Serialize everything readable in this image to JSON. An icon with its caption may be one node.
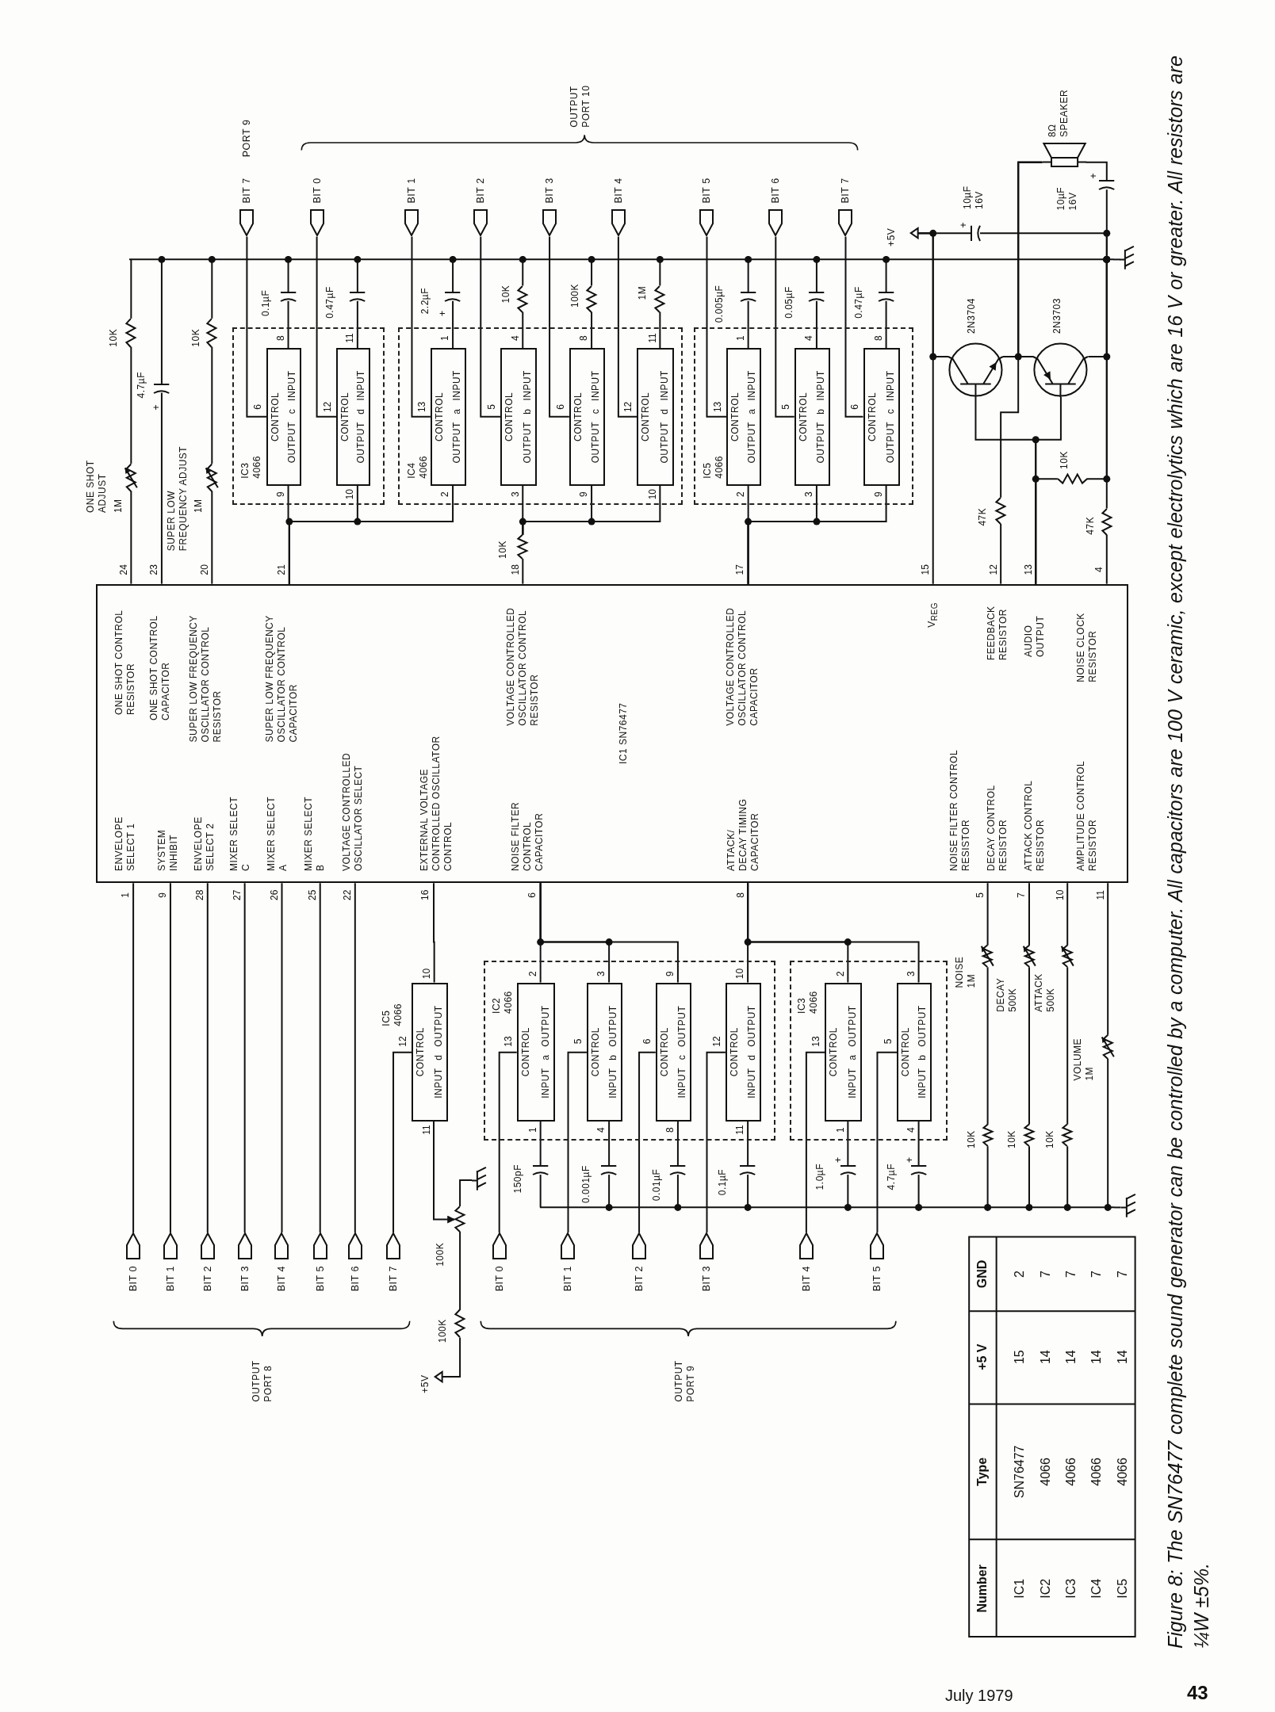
{
  "diagram": {
    "caption": "Figure 8: The SN76477 complete sound generator can be controlled by a computer. All capacitors are 100 V ceramic, except electrolytics which are 16 V or greater. All resistors are ¼W ±5%.",
    "nodes": [
      {
        "text": [
          "ENVELOPE SELECT 1",
          "SYSTEM INHIBIT",
          "ENVELOPE SELECT 2",
          "MIXER SELECT C",
          "MIXER SELECT A",
          "MIXER SELECT B",
          "VOLTAGE CONTROLLED OSCILLATOR SELECT",
          "EXTERNAL VOLTAGE CONTROLLED OSCILLATOR CONTROL",
          "NOISE FILTER CONTROL CAPACITOR",
          "ATTACK/ DECAY TIMING CAPACITOR",
          "NOISE FILTER CONTROL RESISTOR",
          "DECAY CONTROL RESISTOR",
          "ATTACK CONTROL RESISTOR",
          "AMPLITUDE CONTROL RESISTOR",
          "ONE SHOT CONTROL RESISTOR",
          "ONE SHOT CONTROL CAPACITOR",
          "SUPER LOW FREQUENCY OSCILLATOR CONTROL RESISTOR",
          "SUPER LOW FREQUENCY OSCILLATOR CONTROL CAPACITOR",
          "VOLTAGE CONTROLLED OSCILLATOR CONTROL RESISTOR",
          "IC1 SN76477",
          "VOLTAGE CONTROLLED OSCILLATOR CONTROL CAPACITOR",
          "V$_{REG}$",
          "FEEDBACK RESISTOR",
          "AUDIO OUTPUT",
          "NOISE CLOCK RESISTOR"
        ],
        "beside": [
          "1",
          "9",
          "28",
          "27",
          "26",
          "25",
          "22",
          "16",
          "6",
          "8",
          "5",
          "7",
          "10",
          "11",
          "24",
          "23",
          "20",
          "21",
          "18",
          "17",
          "15",
          "12",
          "13",
          "4"
        ]
      },
      {
        "text": [
          "CONTROL",
          "INPUT d OUTPUT"
        ],
        "beside": [
          "IC5 4066",
          "12",
          "11",
          "10"
        ]
      },
      {
        "text": [
          "IC2 4066"
        ]
      },
      {
        "text": [
          "CONTROL",
          "INPUT a OUTPUT"
        ],
        "in": 2,
        "beside": [
          "13",
          "1",
          "2"
        ]
      },
      {
        "text": [
          "CONTROL",
          "INPUT b OUTPUT"
        ],
        "in": 2,
        "beside": [
          "5",
          "4",
          "3"
        ]
      },
      {
        "text": [
          "CONTROL",
          "INPUT c OUTPUT"
        ],
        "in": 2,
        "beside": [
          "6",
          "8",
          "9"
        ]
      },
      {
        "text": [
          "CONTROL",
          "INPUT d OUTPUT"
        ],
        "in": 2,
        "beside": [
          "12",
          "11",
          "10"
        ]
      },
      {
        "text": [
          "IC3 4066"
        ]
      },
      {
        "text": [
          "CONTROL",
          "INPUT a OUTPUT"
        ],
        "in": 7,
        "beside": [
          "13",
          "1",
          "2"
        ]
      },
      {
        "text": [
          "CONTROL",
          "INPUT b OUTPUT"
        ],
        "in": 7,
        "beside": [
          "5",
          "4",
          "3"
        ]
      },
      {
        "text": [
          "IC3 4066"
        ]
      },
      {
        "text": [
          "CONTROL",
          "OUTPUT c INPUT"
        ],
        "in": 10,
        "beside": [
          "6",
          "8",
          "9"
        ]
      },
      {
        "text": [
          "CONTROL",
          "OUTPUT d INPUT"
        ],
        "in": 10,
        "beside": [
          "12",
          "11",
          "10"
        ]
      },
      {
        "text": [
          "IC4 4066"
        ]
      },
      {
        "text": [
          "CONTROL",
          "OUTPUT a INPUT"
        ],
        "in": 13,
        "beside": [
          "13",
          "1",
          "2"
        ]
      },
      {
        "text": [
          "CONTROL",
          "OUTPUT b INPUT"
        ],
        "in": 13,
        "beside": [
          "5",
          "4",
          "3"
        ]
      },
      {
        "text": [
          "CONTROL",
          "OUTPUT c INPUT"
        ],
        "in": 13,
        "beside": [
          "6",
          "8",
          "9"
        ]
      },
      {
        "text": [
          "CONTROL",
          "OUTPUT d INPUT"
        ],
        "in": 13,
        "beside": [
          "12",
          "11",
          "10"
        ]
      },
      {
        "text": [
          "IC5 4066"
        ]
      },
      {
        "text": [
          "CONTROL",
          "OUTPUT a INPUT"
        ],
        "in": 18,
        "beside": [
          "13",
          "1",
          "2"
        ]
      },
      {
        "text": [
          "CONTROL",
          "OUTPUT b INPUT"
        ],
        "in": 18,
        "beside": [
          "5",
          "4",
          "3"
        ]
      },
      {
        "text": [
          "CONTROL",
          "OUTPUT c INPUT"
        ],
        "in": 18,
        "beside": [
          "6",
          "8",
          "9"
        ]
      },
      {
        "text": [
          "BIT 0"
        ]
      },
      {
        "text": [
          "BIT 1"
        ]
      },
      {
        "text": [
          "BIT 2"
        ]
      },
      {
        "text": [
          "BIT 3"
        ]
      },
      {
        "text": [
          "BIT 4"
        ]
      },
      {
        "text": [
          "BIT 5"
        ]
      },
      {
        "text": [
          "BIT 6"
        ]
      },
      {
        "text": [
          "BIT 7"
        ]
      },
      {
        "text": [
          "BIT 0"
        ]
      },
      {
        "text": [
          "BIT 1"
        ]
      },
      {
        "text": [
          "BIT 2"
        ]
      },
      {
        "text": [
          "BIT 3"
        ]
      },
      {
        "text": [
          "BIT 4"
        ]
      },
      {
        "text": [
          "BIT 5"
        ]
      },
      {
        "text": [
          "BIT 7",
          "PORT 9"
        ]
      },
      {
        "text": [
          "BIT 0"
        ]
      },
      {
        "text": [
          "BIT 1"
        ]
      },
      {
        "text": [
          "BIT 2"
        ]
      },
      {
        "text": [
          "BIT 3"
        ]
      },
      {
        "text": [
          "BIT 4"
        ]
      },
      {
        "text": [
          "BIT 5"
        ]
      },
      {
        "text": [
          "BIT 6"
        ]
      },
      {
        "text": [
          "BIT 7"
        ]
      },
      {
        "text": [],
        "shape": "resistor"
      },
      {
        "text": [],
        "shape": "bar"
      },
      {
        "text": [],
        "shape": "ground"
      },
      {
        "text": [],
        "shape": "rheostat"
      },
      {
        "text": [],
        "shape": "resistor"
      },
      {
        "text": [],
        "shape": "capacitor"
      },
      {
        "text": [],
        "shape": "rheostat"
      },
      {
        "text": [],
        "shape": "resistor"
      },
      {
        "text": [],
        "shape": "capacitor"
      },
      {
        "text": [],
        "shape": "capacitor"
      },
      {
        "text": [],
        "shape": "capacitor"
      },
      {
        "text": [],
        "shape": "resistor"
      },
      {
        "text": [],
        "shape": "resistor"
      },
      {
        "text": [],
        "shape": "resistor"
      },
      {
        "text": [],
        "shape": "capacitor"
      },
      {
        "text": [],
        "shape": "capacitor"
      },
      {
        "text": [],
        "shape": "capacitor"
      },
      {
        "text": [],
        "shape": "terminal"
      },
      {
        "text": [],
        "shape": "capacitor"
      },
      {
        "text": [],
        "shape": "transistor"
      },
      {
        "text": [],
        "shape": "transistor"
      },
      {
        "text": [],
        "shape": "speaker"
      },
      {
        "text": [],
        "shape": "capacitor"
      },
      {
        "text": [],
        "shape": "resistor"
      },
      {
        "text": [],
        "shape": "resistor"
      },
      {
        "text": [],
        "shape": "resistor"
      },
      {
        "text": [],
        "shape": "bar"
      },
      {
        "text": [],
        "shape": "ground"
      },
      {
        "text": [],
        "shape": "capacitor"
      },
      {
        "text": [],
        "shape": "capacitor"
      },
      {
        "text": [],
        "shape": "capacitor"
      },
      {
        "text": [],
        "shape": "capacitor"
      },
      {
        "text": [],
        "shape": "capacitor"
      },
      {
        "text": [],
        "shape": "capacitor"
      },
      {
        "text": [],
        "shape": "rheostat"
      },
      {
        "text": [],
        "shape": "resistor"
      },
      {
        "text": [],
        "shape": "rheostat"
      },
      {
        "text": [],
        "shape": "resistor"
      },
      {
        "text": [],
        "shape": "rheostat"
      },
      {
        "text": [],
        "shape": "resistor"
      },
      {
        "text": [],
        "shape": "rheostat"
      },
      {
        "text": [],
        "shape": "potentiometer"
      },
      {
        "text": [],
        "shape": "ground"
      },
      {
        "text": [],
        "shape": "resistor"
      },
      {
        "text": [],
        "shape": "terminal"
      }
    ],
    "edges": [
      {
        "from": 22,
        "to": 0,
        "arrow": "none"
      },
      {
        "from": 23,
        "to": 0,
        "arrow": "none"
      },
      {
        "from": 24,
        "to": 0,
        "arrow": "none"
      },
      {
        "from": 25,
        "to": 0,
        "arrow": "none"
      },
      {
        "from": 26,
        "to": 0,
        "arrow": "none"
      },
      {
        "from": 27,
        "to": 0,
        "arrow": "none"
      },
      {
        "from": 28,
        "to": 0,
        "arrow": "none"
      },
      {
        "from": 29,
        "to": 1,
        "arrow": "none"
      },
      {
        "from": 1,
        "to": 0,
        "arrow": "none"
      },
      {
        "from": 30,
        "to": 3,
        "arrow": "none"
      },
      {
        "from": 31,
        "to": 4,
        "arrow": "none"
      },
      {
        "from": 32,
        "to": 5,
        "arrow": "none"
      },
      {
        "from": 33,
        "to": 6,
        "arrow": "none"
      },
      {
        "from": 34,
        "to": 8,
        "arrow": "none"
      },
      {
        "from": 35,
        "to": 9,
        "arrow": "none"
      },
      {
        "from": 3,
        "to": 0,
        "arrow": "none"
      },
      {
        "from": 4,
        "to": 0,
        "arrow": "none"
      },
      {
        "from": 5,
        "to": 0,
        "arrow": "none"
      },
      {
        "from": 6,
        "to": 0,
        "arrow": "none"
      },
      {
        "from": 8,
        "to": 0,
        "arrow": "none"
      },
      {
        "from": 9,
        "to": 0,
        "arrow": "none"
      },
      {
        "from": 36,
        "to": 11,
        "arrow": "none"
      },
      {
        "from": 37,
        "to": 12,
        "arrow": "none"
      },
      {
        "from": 38,
        "to": 14,
        "arrow": "none"
      },
      {
        "from": 39,
        "to": 15,
        "arrow": "none"
      },
      {
        "from": 40,
        "to": 16,
        "arrow": "none"
      },
      {
        "from": 41,
        "to": 17,
        "arrow": "none"
      },
      {
        "from": 42,
        "to": 19,
        "arrow": "none"
      },
      {
        "from": 43,
        "to": 20,
        "arrow": "none"
      },
      {
        "from": 44,
        "to": 21,
        "arrow": "none"
      },
      {
        "from": 11,
        "to": 0,
        "arrow": "none"
      },
      {
        "from": 12,
        "to": 0,
        "arrow": "none"
      },
      {
        "from": 14,
        "to": 0,
        "arrow": "none"
      },
      {
        "from": 15,
        "to": 45,
        "arrow": "none"
      },
      {
        "from": 16,
        "to": 45,
        "arrow": "none"
      },
      {
        "from": 17,
        "to": 45,
        "arrow": "none"
      },
      {
        "from": 19,
        "to": 0,
        "arrow": "none"
      },
      {
        "from": 20,
        "to": 0,
        "arrow": "none"
      },
      {
        "from": 21,
        "to": 0,
        "arrow": "none"
      },
      {
        "from": 45,
        "to": 0,
        "arrow": "none"
      },
      {
        "from": 46,
        "to": 47,
        "arrow": "none"
      },
      {
        "from": 0,
        "to": 48,
        "arrow": "none"
      },
      {
        "from": 48,
        "to": 49,
        "arrow": "none"
      },
      {
        "from": 49,
        "to": 46,
        "arrow": "none"
      },
      {
        "from": 0,
        "to": 50,
        "arrow": "none"
      },
      {
        "from": 50,
        "to": 46,
        "arrow": "other"
      },
      {
        "from": 0,
        "to": 51,
        "arrow": "none"
      },
      {
        "from": 51,
        "to": 52,
        "arrow": "none"
      },
      {
        "from": 52,
        "to": 46,
        "arrow": "other"
      },
      {
        "from": 11,
        "to": 53,
        "arrow": "none"
      },
      {
        "from": 12,
        "to": 54,
        "arrow": "none"
      },
      {
        "from": 14,
        "to": 55,
        "arrow": "none"
      },
      {
        "from": 15,
        "to": 56,
        "arrow": "none"
      },
      {
        "from": 16,
        "to": 57,
        "arrow": "none"
      },
      {
        "from": 17,
        "to": 58,
        "arrow": "none"
      },
      {
        "from": 19,
        "to": 59,
        "arrow": "none"
      },
      {
        "from": 20,
        "to": 60,
        "arrow": "none"
      },
      {
        "from": 21,
        "to": 61,
        "arrow": "none"
      },
      {
        "from": 53,
        "to": 46,
        "arrow": "other"
      },
      {
        "from": 54,
        "to": 46,
        "arrow": "other"
      },
      {
        "from": 55,
        "to": 46,
        "arrow": "other"
      },
      {
        "from": 56,
        "to": 46,
        "arrow": "other"
      },
      {
        "from": 57,
        "to": 46,
        "arrow": "other"
      },
      {
        "from": 58,
        "to": 46,
        "arrow": "other"
      },
      {
        "from": 59,
        "to": 46,
        "arrow": "other"
      },
      {
        "from": 60,
        "to": 46,
        "arrow": "other"
      },
      {
        "from": 61,
        "to": 46,
        "arrow": "other"
      },
      {
        "from": 62,
        "to": 0,
        "arrow": "none"
      },
      {
        "from": 62,
        "to": 63,
        "arrow": "none"
      },
      {
        "from": 62,
        "to": 64,
        "arrow": "none"
      },
      {
        "from": 63,
        "to": 46,
        "arrow": "other"
      },
      {
        "from": 67,
        "to": 46,
        "arrow": "other"
      },
      {
        "from": 65,
        "to": 46,
        "arrow": "other"
      },
      {
        "from": 69,
        "to": 46,
        "arrow": "other"
      },
      {
        "from": 70,
        "to": 46,
        "arrow": "other"
      },
      {
        "from": 66,
        "to": 64,
        "arrow": "none"
      },
      {
        "from": 66,
        "to": 65,
        "arrow": "none"
      },
      {
        "from": 66,
        "to": 68,
        "arrow": "none"
      },
      {
        "from": 66,
        "to": 67,
        "arrow": "none"
      },
      {
        "from": 68,
        "to": 0,
        "arrow": "none"
      },
      {
        "from": 0,
        "to": 64,
        "arrow": "none"
      },
      {
        "from": 0,
        "to": 65,
        "arrow": "none"
      },
      {
        "from": 0,
        "to": 69,
        "arrow": "none"
      },
      {
        "from": 70,
        "to": 0,
        "arrow": "none"
      },
      {
        "from": 71,
        "to": 72,
        "arrow": "none"
      },
      {
        "from": 3,
        "to": 73,
        "arrow": "none"
      },
      {
        "from": 4,
        "to": 74,
        "arrow": "none"
      },
      {
        "from": 5,
        "to": 75,
        "arrow": "none"
      },
      {
        "from": 6,
        "to": 76,
        "arrow": "none"
      },
      {
        "from": 8,
        "to": 77,
        "arrow": "none"
      },
      {
        "from": 9,
        "to": 78,
        "arrow": "none"
      },
      {
        "from": 73,
        "to": 71,
        "arrow": "none"
      },
      {
        "from": 74,
        "to": 71,
        "arrow": "other"
      },
      {
        "from": 75,
        "to": 71,
        "arrow": "other"
      },
      {
        "from": 76,
        "to": 71,
        "arrow": "other"
      },
      {
        "from": 77,
        "to": 71,
        "arrow": "other"
      },
      {
        "from": 78,
        "to": 71,
        "arrow": "other"
      },
      {
        "from": 0,
        "to": 79,
        "arrow": "none"
      },
      {
        "from": 79,
        "to": 80,
        "arrow": "none"
      },
      {
        "from": 80,
        "to": 71,
        "arrow": "other"
      },
      {
        "from": 0,
        "to": 81,
        "arrow": "none"
      },
      {
        "from": 81,
        "to": 82,
        "arrow": "none"
      },
      {
        "from": 82,
        "to": 71,
        "arrow": "other"
      },
      {
        "from": 0,
        "to": 83,
        "arrow": "none"
      },
      {
        "from": 83,
        "to": 84,
        "arrow": "none"
      },
      {
        "from": 84,
        "to": 71,
        "arrow": "other"
      },
      {
        "from": 0,
        "to": 85,
        "arrow": "none"
      },
      {
        "from": 85,
        "to": 71,
        "arrow": "other"
      },
      {
        "from": 1,
        "to": 86,
        "arrow": "to"
      },
      {
        "from": 86,
        "to": 87,
        "arrow": "none"
      },
      {
        "from": 86,
        "to": 88,
        "arrow": "none"
      },
      {
        "from": 88,
        "to": 89,
        "arrow": "none"
      }
    ],
    "labels": [
      "ONE SHOT ADJUST",
      "1M",
      "10K",
      "4.7µF",
      "+",
      "SUPER LOW FREQUENCY ADJUST",
      "1M",
      "10K",
      "0.1µF",
      "0.47µF",
      "2.2µF",
      "+",
      "10K",
      "100K",
      "1M",
      "0.005µF",
      "0.05µF",
      "0.47µF",
      "10K",
      "+5V",
      "+",
      "10µF 16V",
      "2N3704",
      "2N3703",
      "8Ω SPEAKER",
      "10µF 16V",
      "+",
      "10K",
      "47K",
      "47K",
      "OUTPUT PORT 10",
      "NOISE 1M",
      "DECAY 500K",
      "ATTACK 500K",
      "VOLUME 1M",
      "10K",
      "10K",
      "10K",
      "150pF",
      "0.001µF",
      "0.01µF",
      "0.1µF",
      "1.0µF",
      "+",
      "4.7µF",
      "+",
      "100K",
      "100K",
      "+5V",
      "OUTPUT PORT 8",
      "OUTPUT PORT 9",
      "Number",
      "Type",
      "+5 V",
      "GND",
      "IC1",
      "SN76477",
      "15",
      "2",
      "IC2",
      "4066",
      "14",
      "7",
      "IC3",
      "4066",
      "14",
      "7",
      "IC4",
      "4066",
      "14",
      "7",
      "IC5",
      "4066",
      "14",
      "7",
      "July 1979",
      "43"
    ]
  }
}
